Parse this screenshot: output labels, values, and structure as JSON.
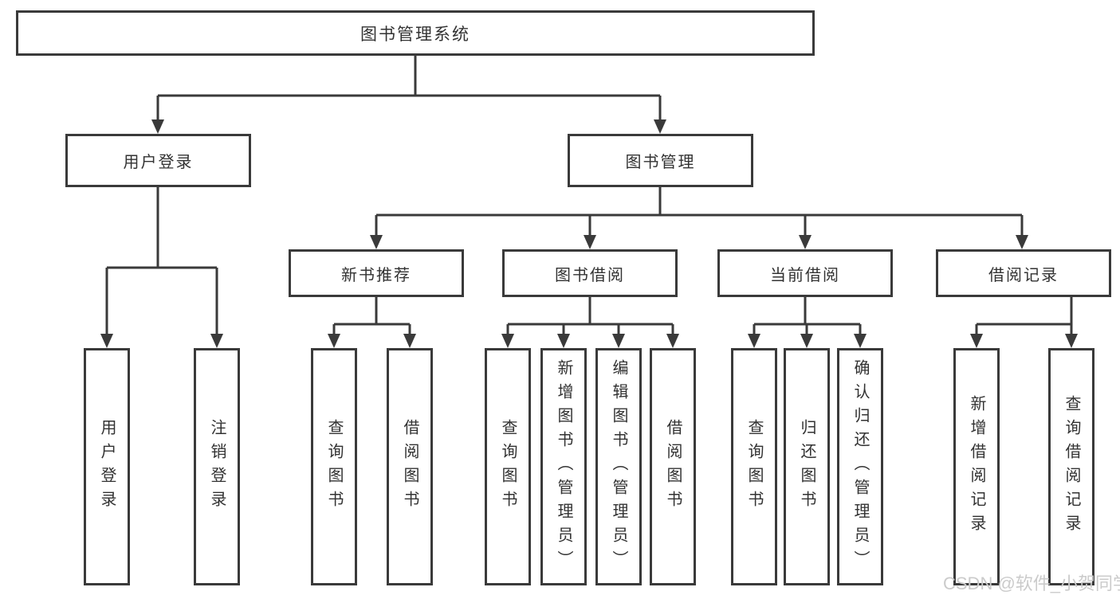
{
  "title": {
    "label": "图书管理系统"
  },
  "branches": {
    "user_login": {
      "label": "用户登录",
      "children": [
        "用户登录",
        "注销登录"
      ]
    },
    "book_mgmt": {
      "label": "图书管理",
      "sections": {
        "new_book": {
          "label": "新书推荐",
          "children": [
            "查询图书",
            "借阅图书"
          ]
        },
        "book_borrow": {
          "label": "图书借阅",
          "children": [
            "查询图书",
            "新增图书（管理员）",
            "编辑图书（管理员）",
            "借阅图书"
          ]
        },
        "current_borrow": {
          "label": "当前借阅",
          "children": [
            "查询图书",
            "归还图书",
            "确认归还（管理员）"
          ]
        },
        "borrow_records": {
          "label": "借阅记录",
          "children": [
            "新增借阅记录",
            "查询借阅记录"
          ]
        }
      }
    }
  },
  "watermark": "CSDN @软件_小贺同学",
  "colors": {
    "line": "#3a3a3a",
    "text": "#323232",
    "watermark": "#cbcbcb",
    "background": "#ffffff"
  }
}
